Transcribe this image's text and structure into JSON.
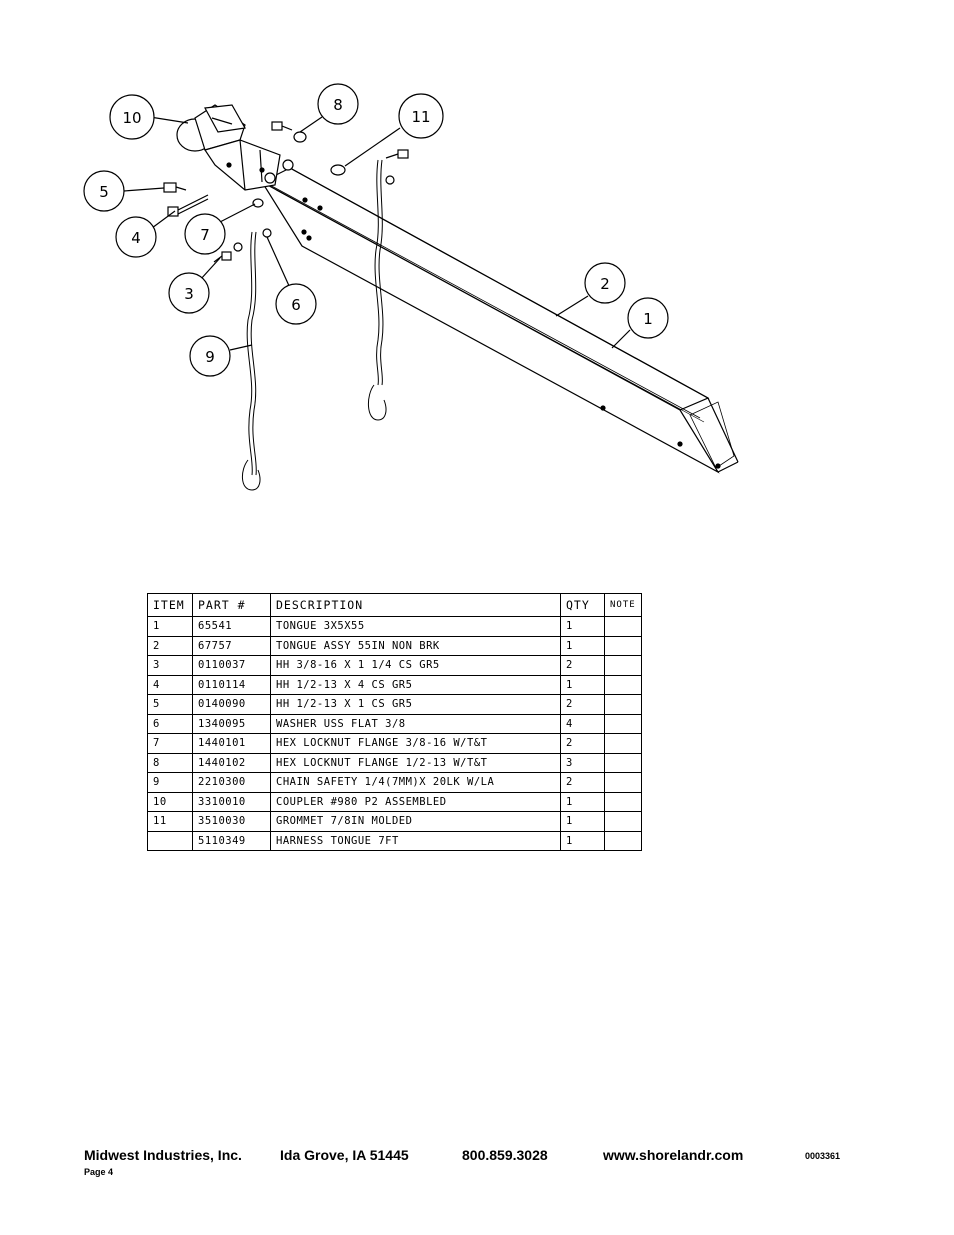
{
  "diagram": {
    "callouts": [
      "10",
      "8",
      "11",
      "5",
      "4",
      "7",
      "3",
      "6",
      "9",
      "2",
      "1"
    ]
  },
  "table": {
    "headers": [
      "ITEM",
      "PART #",
      "DESCRIPTION",
      "QTY",
      "NOTE"
    ],
    "rows": [
      [
        "1",
        "65541",
        "TONGUE 3X5X55",
        "1",
        ""
      ],
      [
        "2",
        "67757",
        "TONGUE ASSY 55IN NON BRK",
        "1",
        ""
      ],
      [
        "3",
        "0110037",
        "HH 3/8-16 X 1 1/4 CS GR5",
        "2",
        ""
      ],
      [
        "4",
        "0110114",
        "HH 1/2-13 X 4 CS GR5",
        "1",
        ""
      ],
      [
        "5",
        "0140090",
        "HH 1/2-13 X 1 CS GR5",
        "2",
        ""
      ],
      [
        "6",
        "1340095",
        "WASHER USS FLAT 3/8",
        "4",
        ""
      ],
      [
        "7",
        "1440101",
        "HEX LOCKNUT FLANGE 3/8-16 W/T&T",
        "2",
        ""
      ],
      [
        "8",
        "1440102",
        "HEX LOCKNUT FLANGE 1/2-13 W/T&T",
        "3",
        ""
      ],
      [
        "9",
        "2210300",
        "CHAIN SAFETY 1/4(7MM)X 20LK W/LA",
        "2",
        ""
      ],
      [
        "10",
        "3310010",
        "COUPLER #980 P2 ASSEMBLED",
        "1",
        ""
      ],
      [
        "11",
        "3510030",
        "GROMMET  7/8IN MOLDED",
        "1",
        ""
      ],
      [
        "",
        "5110349",
        "HARNESS   TONGUE 7FT",
        "1",
        ""
      ]
    ]
  },
  "footer": {
    "company": "Midwest Industries, Inc.",
    "city": "Ida Grove, IA  51445",
    "phone": "800.859.3028",
    "website": "www.shorelandr.com",
    "doc_number": "0003361",
    "page": "Page 4"
  }
}
